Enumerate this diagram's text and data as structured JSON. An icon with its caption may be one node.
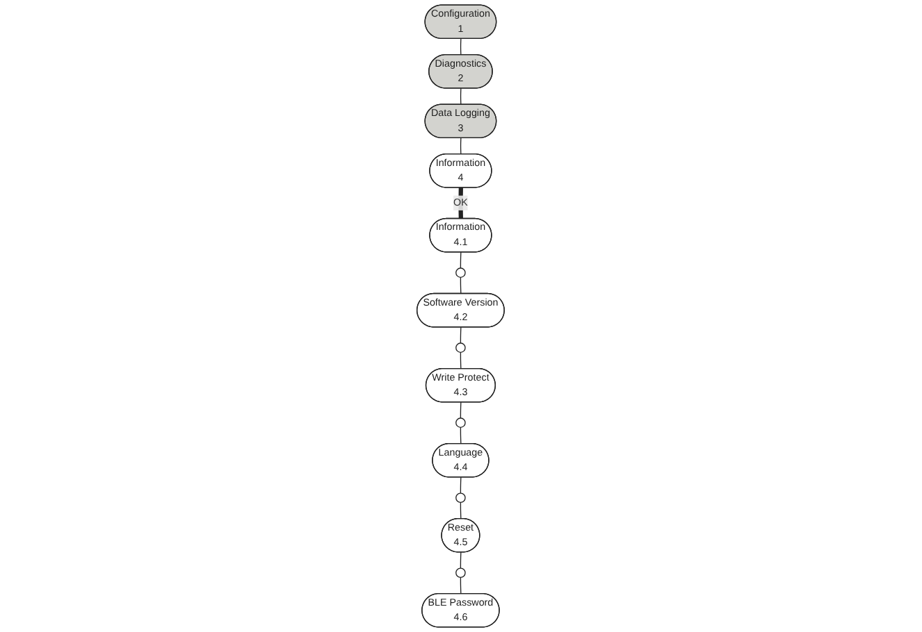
{
  "diagram": {
    "nodes": [
      {
        "text": [
          "Configuration",
          "1"
        ]
      },
      {
        "text": [
          "Diagnostics",
          "2"
        ]
      },
      {
        "text": [
          "Data Logging",
          "3"
        ]
      },
      {
        "text": [
          "Information",
          "4"
        ]
      },
      {
        "text": [
          "Information",
          "4.1"
        ]
      },
      {
        "text": [],
        "shape": "circle"
      },
      {
        "text": [
          "Software Version",
          "4.2"
        ]
      },
      {
        "text": [],
        "shape": "circle"
      },
      {
        "text": [
          "Write Protect",
          "4.3"
        ]
      },
      {
        "text": [],
        "shape": "circle"
      },
      {
        "text": [
          "Language",
          "4.4"
        ]
      },
      {
        "text": [],
        "shape": "circle"
      },
      {
        "text": [
          "Reset",
          "4.5"
        ]
      },
      {
        "text": [],
        "shape": "circle"
      },
      {
        "text": [
          "BLE Password",
          "4.6"
        ]
      }
    ],
    "edges": [
      {
        "from": 0,
        "to": 1,
        "arrow": "none"
      },
      {
        "from": 1,
        "to": 2,
        "arrow": "none"
      },
      {
        "from": 2,
        "to": 3,
        "arrow": "none"
      },
      {
        "from": 3,
        "to": 4,
        "arrow": "none",
        "label": "OK",
        "style": "thick"
      },
      {
        "from": 4,
        "to": 5,
        "arrow": "none"
      },
      {
        "from": 5,
        "to": 6,
        "arrow": "none"
      },
      {
        "from": 6,
        "to": 7,
        "arrow": "none"
      },
      {
        "from": 7,
        "to": 8,
        "arrow": "none"
      },
      {
        "from": 8,
        "to": 9,
        "arrow": "none"
      },
      {
        "from": 9,
        "to": 10,
        "arrow": "none"
      },
      {
        "from": 10,
        "to": 11,
        "arrow": "none"
      },
      {
        "from": 11,
        "to": 12,
        "arrow": "none"
      },
      {
        "from": 12,
        "to": 13,
        "arrow": "none"
      },
      {
        "from": 13,
        "to": 14,
        "arrow": "none"
      }
    ]
  }
}
